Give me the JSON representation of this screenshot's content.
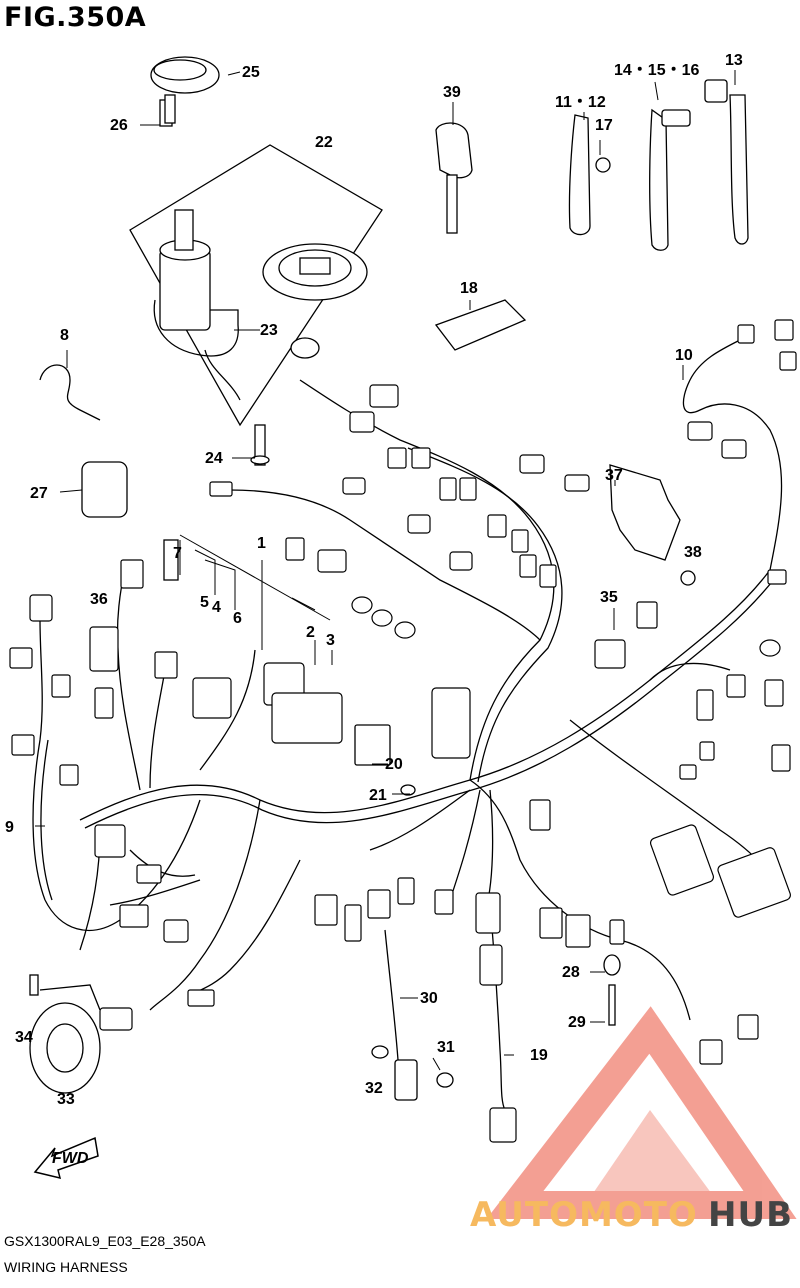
{
  "figure": {
    "title": "FIG.350A",
    "model_code": "GSX1300RAL9_E03_E28_350A",
    "caption": "WIRING HARNESS"
  },
  "direction_marker": "FWD",
  "watermark": {
    "part1": "AUTOMOTO",
    "part2": "HUB",
    "colors": {
      "logo": "#f08070",
      "text1": "#f6b95f",
      "text2": "#444444"
    }
  },
  "callouts": {
    "c1": "1",
    "c2": "2",
    "c3": "3",
    "c4": "4",
    "c5": "5",
    "c6": "6",
    "c7": "7",
    "c8": "8",
    "c9": "9",
    "c10": "10",
    "c11_12": "11・12",
    "c13": "13",
    "c14_15_16": "14・15・16",
    "c17": "17",
    "c18": "18",
    "c19": "19",
    "c20": "20",
    "c21": "21",
    "c22": "22",
    "c23": "23",
    "c24": "24",
    "c25": "25",
    "c26": "26",
    "c27": "27",
    "c28": "28",
    "c29": "29",
    "c30": "30",
    "c31": "31",
    "c32": "32",
    "c33": "33",
    "c34": "34",
    "c35": "35",
    "c36": "36",
    "c37": "37",
    "c38": "38",
    "c39": "39"
  }
}
